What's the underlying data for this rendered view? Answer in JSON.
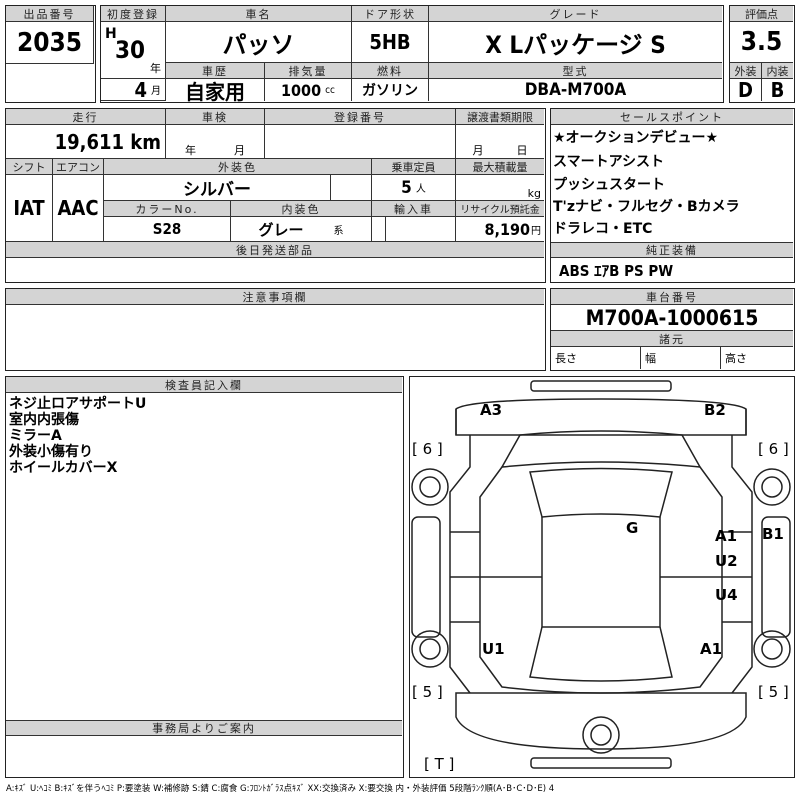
{
  "lot": {
    "label": "出品番号",
    "value": "2035"
  },
  "first_reg": {
    "label": "初度登録",
    "era": "H",
    "year": "30",
    "year_unit": "年",
    "month": "4",
    "month_unit": "月"
  },
  "car_name": {
    "label": "車名",
    "value": "パッソ"
  },
  "door": {
    "label": "ドア形状",
    "value": "5HB"
  },
  "grade": {
    "label": "グレード",
    "value": "X Lパッケージ S"
  },
  "history": {
    "label": "車歴",
    "value": "自家用"
  },
  "displacement": {
    "label": "排気量",
    "value": "1000",
    "unit": "cc"
  },
  "fuel": {
    "label": "燃料",
    "value": "ガソリン"
  },
  "model": {
    "label": "型式",
    "value": "DBA-M700A"
  },
  "score": {
    "label": "評価点",
    "value": "3.5",
    "ext_label": "外装",
    "int_label": "内装",
    "ext": "D",
    "int": "B"
  },
  "mileage": {
    "label": "走行",
    "value": "19,611 km"
  },
  "inspection": {
    "label": "車検",
    "year_unit": "年",
    "month_unit": "月"
  },
  "reg_no": {
    "label": "登録番号"
  },
  "transfer": {
    "label": "譲渡書類期限",
    "month_unit": "月",
    "day_unit": "日"
  },
  "shift": {
    "label": "シフト",
    "value": "IAT"
  },
  "ac": {
    "label": "エアコン",
    "value": "AAC"
  },
  "ext_color": {
    "label": "外装色",
    "value": "シルバー"
  },
  "capacity": {
    "label": "乗車定員",
    "value": "5",
    "unit": "人"
  },
  "max_load": {
    "label": "最大積載量",
    "unit": "kg"
  },
  "color_no": {
    "label": "カラーNo.",
    "value": "S28"
  },
  "int_color": {
    "label": "内装色",
    "value": "グレー",
    "suffix": "系"
  },
  "import": {
    "label": "輸入車"
  },
  "recycle": {
    "label": "リサイクル預託金",
    "value": "8,190",
    "unit": "円"
  },
  "later_parts": {
    "label": "後日発送部品"
  },
  "sales_points": {
    "label": "セールスポイント",
    "items": [
      "★オークションデビュー★",
      "スマートアシスト",
      "プッシュスタート",
      "T'zナビ・フルセグ・Bカメラ",
      "ドラレコ・ETC"
    ]
  },
  "equipment": {
    "label": "純正装備",
    "value": "ABS ｴｱB PS PW"
  },
  "caution": {
    "label": "注意事項欄"
  },
  "chassis": {
    "label": "車台番号",
    "value": "M700A-1000615",
    "spec_label": "諸元",
    "length": "長さ",
    "width": "幅",
    "height": "高さ"
  },
  "inspector": {
    "label": "検査員記入欄",
    "notes": [
      "ネジ止ロアサポートU",
      "室内内張傷",
      "ミラーA",
      "外装小傷有り",
      "ホイールカバーX"
    ]
  },
  "office": {
    "label": "事務局よりご案内"
  },
  "diagram": {
    "marks": {
      "a3": "A3",
      "b2": "B2",
      "l6": "[ 6 ]",
      "r6": "[ 6 ]",
      "g": "G",
      "a1r": "A1",
      "b1": "B1",
      "u2": "U2",
      "u4": "U4",
      "u1": "U1",
      "a1b": "A1",
      "l5": "[ 5 ]",
      "r5": "[ 5 ]",
      "t": "[ T ]"
    }
  },
  "legend": "A:ｷｽﾞ U:ﾍｺﾐ B:ｷｽﾞを伴うﾍｺﾐ P:要塗装 W:補修跡 S:錆 C:腐食 G:ﾌﾛﾝﾄｶﾞﾗｽ点ｷｽﾞ XX:交換済み X:要交換 内・外装評価 5段階ﾗﾝｸ順(A･B･C･D･E) 4"
}
